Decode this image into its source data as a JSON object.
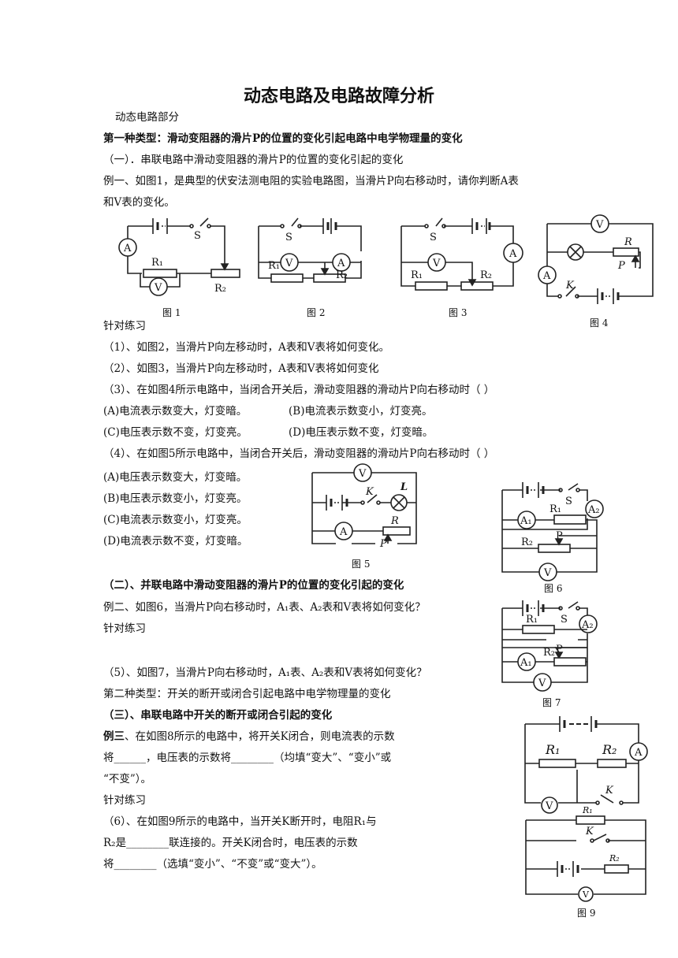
{
  "title": "动态电路及电路故障分析",
  "intro": "动态电路部分",
  "type1_heading": "第一种类型：滑动变阻器的滑片P的位置的变化引起电路中电学物理量的变化",
  "sec1_heading": "（一）．串联电路中滑动变阻器的滑片P的位置的变化引起的变化",
  "ex1_line1": "例一、如图1，是典型的伏安法测电阻的实验电路图，当滑片P向右移动时，请你判断A表",
  "ex1_line2": "和V表的变化。",
  "figure_captions": {
    "fig1": "图 1",
    "fig2": "图 2",
    "fig3": "图 3",
    "fig4": "图 4",
    "fig5": "图 5",
    "fig6": "图 6",
    "fig7": "图 7",
    "fig9": "图 9"
  },
  "practice_label": "针对练习",
  "q1": "（1）、如图2，当滑片P向左移动时，A表和V表将如何变化。",
  "q2": "（2）、如图3，当滑片P向左移动时，A表和V表将如何变化",
  "q3": "（3）、在如图4所示电路中，当闭合开关后，滑动变阻器的滑动片P向右移动时（      ）",
  "q3_options": [
    "(A)电流表示数变大，灯变暗。",
    "(B)电流表示数变小，灯变亮。",
    "(C)电压表示数不变，灯变亮。",
    "(D)电压表示数不变，灯变暗。"
  ],
  "q4": "（4）、在如图5所示电路中，当闭合开关后，滑动变阻器的滑动片P向右移动时（      ）",
  "q4_options": [
    "(A)电压表示数变大，灯变暗。",
    "(B)电压表示数变小，灯变亮。",
    "(C)电流表示数变小，灯变亮。",
    "(D)电流表示数不变，灯变暗。"
  ],
  "sec2_heading": "（二）、并联电路中滑动变阻器的滑片P的位置的变化引起的变化",
  "ex2": "例二、如图6，当滑片P向右移动时，A₁表、A₂表和V表将如何变化？",
  "q5": "（5）、如图7，当滑片P向右移动时，A₁表、A₂表和V表将如何变化？",
  "type2_heading": "第二种类型：开关的断开或闭合引起电路中电学物理量的变化",
  "sec3_heading": "（三）、串联电路中开关的断开或闭合引起的变化",
  "ex3_prefix": "例三",
  "ex3_line1_rest": "、在如图8所示的电路中，将开关K闭合，则电流表的示数",
  "ex3_line2": "将______，电压表的示数将________（均填“变大”、“变小”或",
  "ex3_line3": "“不变”）。",
  "q6_line1": "（6）、在如图9所示的电路中，当开关K断开时，电阻R₁与",
  "q6_line2": "R₂是________联连接的。开关K闭合时，电压表的示数",
  "q6_line3": "将________（选填“变小”、“不变”或“变大”）。"
}
